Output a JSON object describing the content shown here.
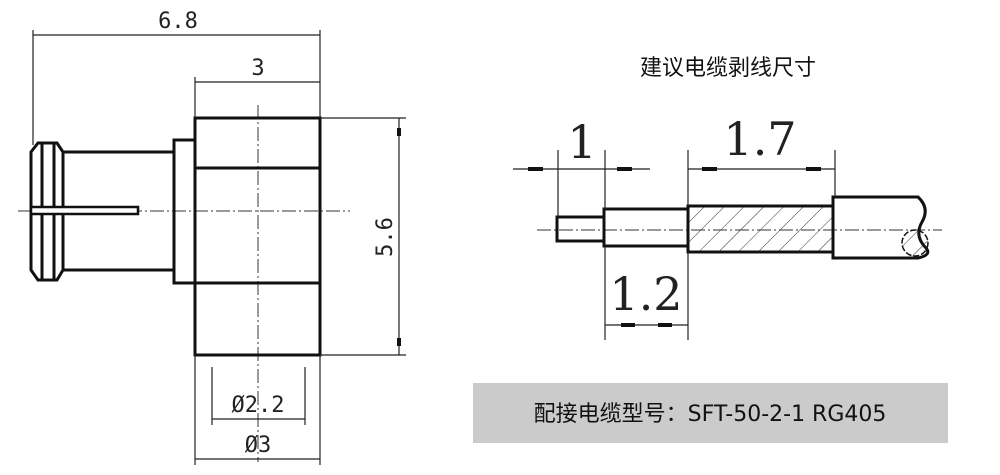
{
  "connector_drawing": {
    "dim_overall_length": "6.8",
    "dim_body_length": "3",
    "dim_body_height": "5.6",
    "dim_inner_diameter": "Ø2.2",
    "dim_outer_diameter": "Ø3"
  },
  "strip_drawing": {
    "title": "建议电缆剥线尺寸",
    "dim_pin": "1",
    "dim_dielectric": "1.2",
    "dim_braid": "1.7"
  },
  "cable_info": {
    "label": "配接电缆型号：SFT-50-2-1 RG405"
  },
  "colors": {
    "line": "#111111",
    "caption_bg": "#cbcbcb"
  }
}
